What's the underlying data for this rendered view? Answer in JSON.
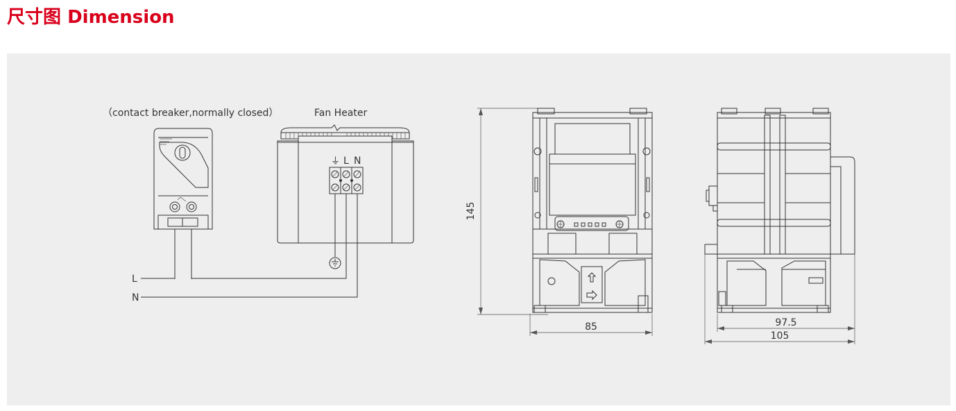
{
  "heading": {
    "cn": "尺寸图",
    "en": "Dimension"
  },
  "wiring": {
    "thermostat_label": "（contact breaker,normally closed）",
    "heater_label": "Fan Heater",
    "terminal_labels": {
      "earth": "⏚",
      "l": "L",
      "n": "N"
    },
    "line_labels": {
      "l": "L",
      "n": "N"
    }
  },
  "dimensions": {
    "height": "145",
    "front_width": "85",
    "side_width_inner": "97.5",
    "side_width_outer": "105"
  },
  "colors": {
    "accent": "#d9001b",
    "panel": "#eeeeee",
    "stroke": "#333333"
  }
}
